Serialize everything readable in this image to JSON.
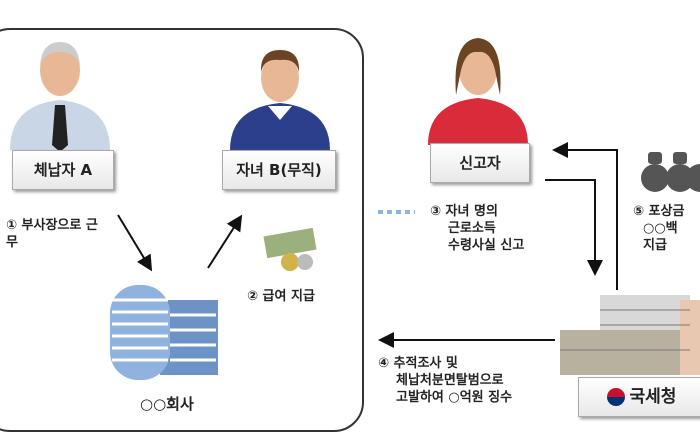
{
  "company_box": {
    "debtor_label": "체납자 A",
    "child_label": "자녀 B(무직)",
    "step1": "① 부사장으로 근무",
    "step2": "② 급여 지급",
    "company_label": "○○회사"
  },
  "reporter_label": "신고자",
  "step3": [
    "③ 자녀 명의",
    "근로소득",
    "수령사실 신고"
  ],
  "step4": [
    "④ 추적조사 및",
    "체납처분면탈범으로",
    "고발하여 ○억원 징수"
  ],
  "step5": [
    "⑤ 포상금",
    "○○백",
    "지급"
  ],
  "nts_label": "국세청",
  "colors": {
    "reporter_shirt": "#d92b3a",
    "child_shirt": "#2c3f8c",
    "debtor_shirt": "#c9d6e6",
    "dots": "#8db3e2"
  }
}
